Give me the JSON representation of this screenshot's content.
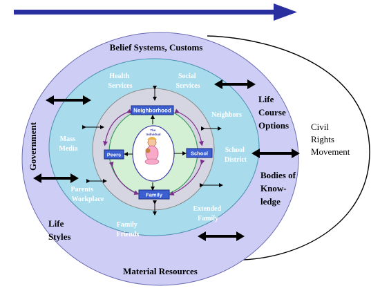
{
  "outer_ring": {
    "top": "Belief Systems, Customs",
    "bottom": "Material Resources",
    "left_vertical": "Government",
    "life_styles": [
      "Life",
      "Styles"
    ],
    "life_course": [
      "Life",
      "Course",
      "Options"
    ],
    "bodies": [
      "Bodies of",
      "Know-",
      "ledge"
    ]
  },
  "civil_rights": [
    "Civil",
    "Rights",
    "Movement"
  ],
  "exo_ring": {
    "health": [
      "Health",
      "Services"
    ],
    "social": [
      "Social",
      "Services"
    ],
    "neighbors": "Neighbors",
    "school_district": [
      "School",
      "District"
    ],
    "extended_family": [
      "Extended",
      "Family"
    ],
    "family_friends": [
      "Family",
      "Friends"
    ],
    "parents_workplace": [
      "Parents",
      "Workplace"
    ],
    "mass_media": [
      "Mass",
      "Media"
    ]
  },
  "micro": {
    "neighborhood": "Neighborhood",
    "peers": "Peers",
    "school": "School",
    "family": "Family",
    "individual": [
      "The",
      "Individual"
    ]
  },
  "colors": {
    "timeline_arrow": "#2a2fa0",
    "outer_ring": "#cdcdf6",
    "exo_ring": "#a8dcec",
    "meso_ring": "#d6d6e2",
    "micro_ring": "#d4f0d4",
    "center": "#ffffff",
    "box_fill": "#3b5fd0",
    "arrow_black": "#000000",
    "curve_arrow": "#7a2f8a"
  }
}
